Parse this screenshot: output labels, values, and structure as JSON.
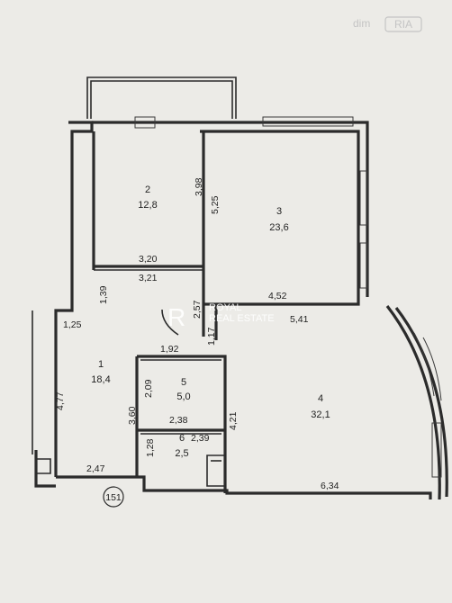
{
  "watermark": {
    "brand_text": "dim",
    "brand_badge": "RIA",
    "agency_line1": "ROYAL",
    "agency_line2": "REAL ESTATE",
    "agency_mark": "R"
  },
  "plan_number": "151",
  "rooms": [
    {
      "number": "1",
      "area": "18,4"
    },
    {
      "number": "2",
      "area": "12,8"
    },
    {
      "number": "3",
      "area": "23,6"
    },
    {
      "number": "4",
      "area": "32,1"
    },
    {
      "number": "5",
      "area": "5,0"
    },
    {
      "number": "6",
      "area": "2,5"
    }
  ],
  "dimensions": {
    "d398": "3,98",
    "d525": "5,25",
    "d320": "3,20",
    "d321": "3,21",
    "d139": "1,39",
    "d257": "2,57",
    "d452": "4,52",
    "d541": "5,41",
    "d125": "1,25",
    "d117": "1,17",
    "d192": "1,92",
    "d477": "4,77",
    "d209": "2,09",
    "d360": "3,60",
    "d238": "2,38",
    "d421": "4,21",
    "d128": "1,28",
    "d239": "2,39",
    "d247": "2,47",
    "d634": "6,34"
  }
}
